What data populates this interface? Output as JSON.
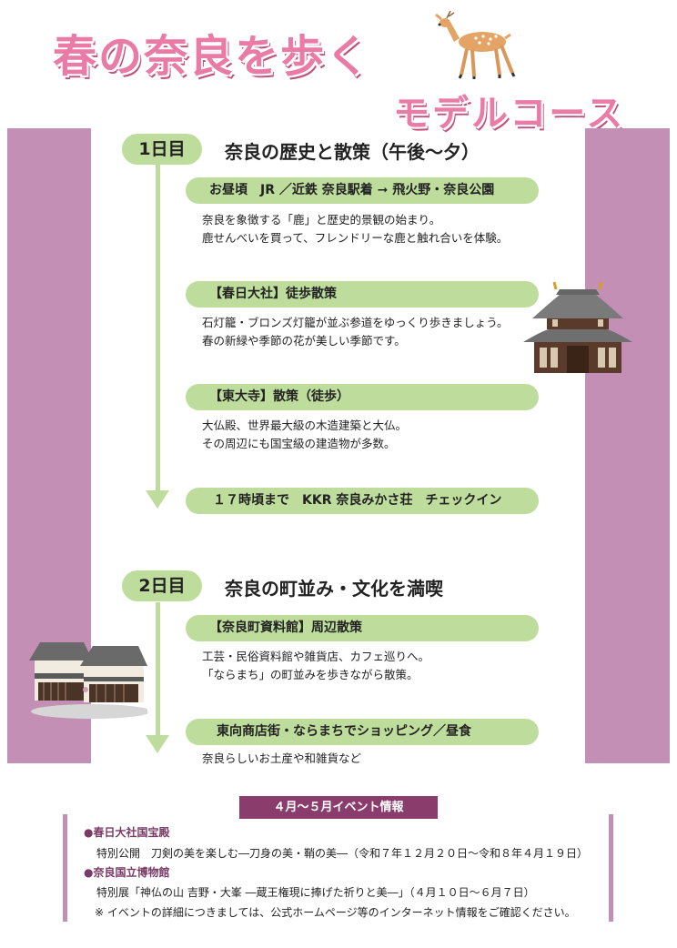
{
  "title": {
    "main": "春の奈良を歩く",
    "sub": "モデルコース"
  },
  "days": [
    {
      "label": "1日目",
      "title": "奈良の歴史と散策（午後～夕）",
      "stops": [
        {
          "heading": "お昼頃　JR ／近鉄 奈良駅着 ➞ 飛火野・奈良公園",
          "lines": [
            "奈良を象徴する「鹿」と歴史的景観の始まり。",
            "鹿せんべいを買って、フレンドリーな鹿と触れ合いを体験。"
          ]
        },
        {
          "heading": "【春日大社】徒歩散策",
          "lines": [
            "石灯籠・ブロンズ灯籠が並ぶ参道をゆっくり歩きましょう。",
            "春の新緑や季節の花が美しい季節です。"
          ]
        },
        {
          "heading": "【東大寺】散策（徒歩）",
          "lines": [
            "大仏殿、世界最大級の木造建築と大仏。",
            "その周辺にも国宝級の建造物が多数。"
          ]
        },
        {
          "heading": "１７時頃まで　KKR 奈良みかさ荘　チェックイン",
          "lines": []
        }
      ]
    },
    {
      "label": "2日目",
      "title": "奈良の町並み・文化を満喫",
      "stops": [
        {
          "heading": "【奈良町資料館】周辺散策",
          "lines": [
            "工芸・民俗資料館や雑貨店、カフェ巡りへ。",
            "「ならまち」の町並みを歩きながら散策。"
          ]
        },
        {
          "heading": "東向商店街・ならまちでショッピング／昼食",
          "lines": [
            "奈良らしいお土産や和雑貨など"
          ]
        }
      ]
    }
  ],
  "events": {
    "header": "４月～５月イベント情報",
    "venues": [
      {
        "name": "●春日大社国宝殿",
        "detail": "特別公開　刀剣の美を楽しむ―刀身の美・鞘の美―（令和７年１２月２０日～令和８年４月１９日）"
      },
      {
        "name": "●奈良国立博物館",
        "detail": "特別展「神仏の山 吉野・大峯 ―蔵王権現に捧げた祈りと美―」（４月１０日～６月７日）"
      }
    ],
    "note": "※ イベントの詳細につきましては、公式ホームページ等のインターネット情報をご確認ください。"
  },
  "colors": {
    "title_pink": "#ea7aa6",
    "band_purple": "#c48fb4",
    "green": "#bedd9c",
    "event_header": "#8a3d6c"
  },
  "icons": [
    "deer-icon",
    "temple-illustration",
    "townhouse-illustration"
  ]
}
